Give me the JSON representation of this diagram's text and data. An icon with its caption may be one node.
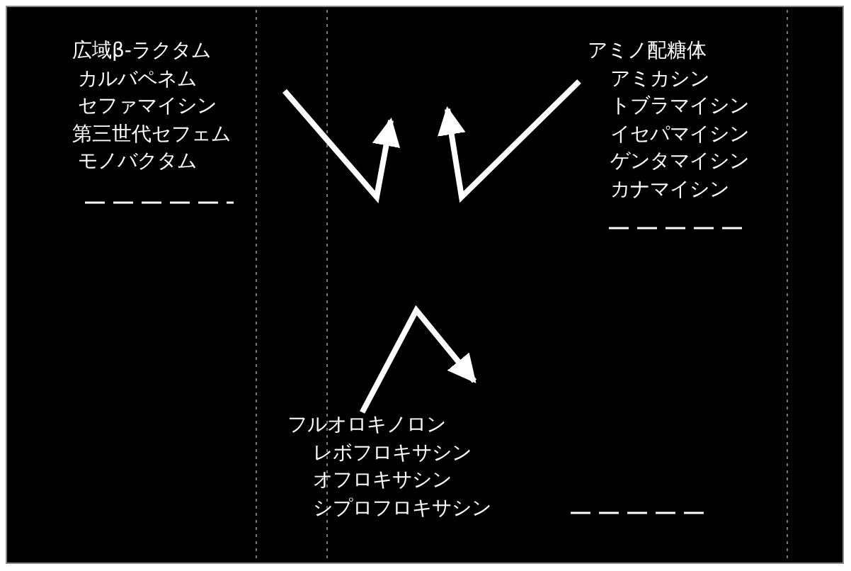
{
  "diagram": {
    "nodes": [
      {
        "text": [
          "広域β-ラクタム",
          "カルバペネム",
          "セファマイシン",
          "第三世代セフェム",
          "モノバクタム"
        ]
      },
      {
        "text": [
          "アミノ配糖体",
          "アミカシン",
          "トブラマイシン",
          "イセパマイシン",
          "ゲンタマイシン",
          "カナマイシン"
        ]
      },
      {
        "text": [
          "フルオロキノロン",
          "レボフロキサシン",
          "オフロキサシン",
          "シプロフロキサシン"
        ]
      }
    ],
    "edges": [
      {
        "from": 0,
        "to": null,
        "arrow": "to"
      },
      {
        "from": 1,
        "to": null,
        "arrow": "to"
      },
      {
        "from": 2,
        "to": null,
        "arrow": "to"
      }
    ]
  }
}
